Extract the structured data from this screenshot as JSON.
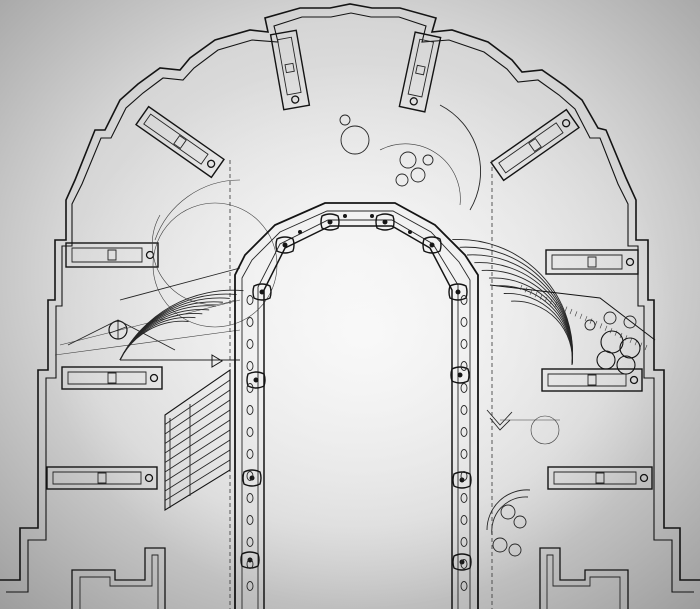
{
  "drawing": {
    "kind": "architectural-floor-plan",
    "palette": {
      "paper_light": "#ededed",
      "paper_mid": "#cfcfcf",
      "paper_dark": "#9a9a9a",
      "ink": "#141414"
    },
    "elements": {
      "perimeter": "scalloped-outer-wall",
      "arcade": "horseshoe-arched-colonnade",
      "niches": "rectangular-wall-niches",
      "stair": "stepped-stair-flight"
    }
  }
}
